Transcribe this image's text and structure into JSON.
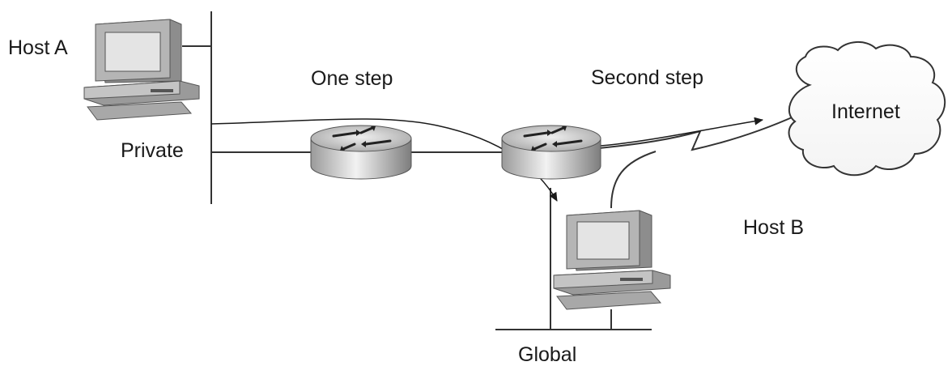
{
  "labels": {
    "host_a": "Host A",
    "private": "Private",
    "one_step": "One step",
    "second_step": "Second step",
    "internet": "Internet",
    "host_b": "Host B",
    "global": "Global"
  },
  "icons": {
    "host_a": "computer-icon",
    "host_b": "computer-icon",
    "router_1": "router-icon",
    "router_2": "router-icon",
    "internet": "cloud-icon"
  },
  "colors": {
    "line": "#333333",
    "monitor_screen": "#e0e0e0",
    "device_gray": "#9a9a9a",
    "router_top": "#d0d0d0"
  }
}
